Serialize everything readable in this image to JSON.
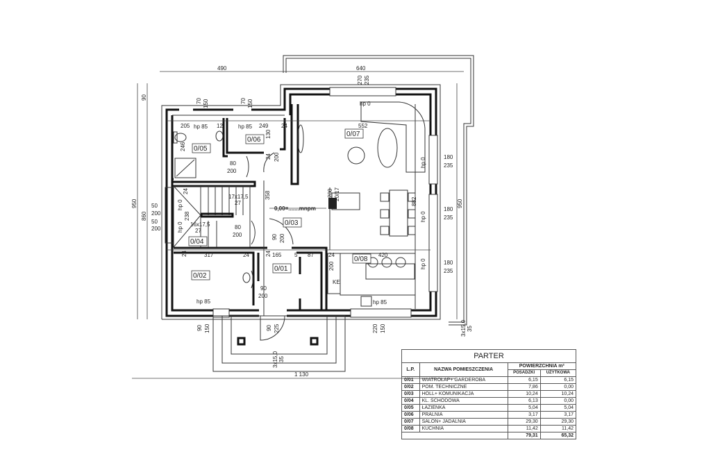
{
  "rooms": {
    "r01": "0/01",
    "r02": "0/02",
    "r03": "0/03",
    "r04": "0/04",
    "r05": "0/05",
    "r06": "0/06",
    "r07": "0/07",
    "r08": "0/08"
  },
  "dims": {
    "d490": "490",
    "d640": "640",
    "d270": "270",
    "d235a": "235",
    "d70a": "70",
    "d150a": "150",
    "d70b": "70",
    "d150b": "150",
    "d90top": "90",
    "d950l": "950",
    "d860": "860",
    "d950r": "950",
    "d205": "205",
    "hp85a": "hp 85",
    "d12": "12",
    "hp85b": "hp 85",
    "d249": "249",
    "d24a": "24",
    "d552": "552",
    "d130": "130",
    "d246": "246",
    "d80a": "80",
    "d200a": "200",
    "d200v": "200",
    "d358": "358",
    "stair1a": "17x17,5",
    "stair1b": "27",
    "d50a": "50",
    "d200b": "200",
    "d50b": "50",
    "d200c": "200",
    "hp0a": "hp 0",
    "hp0b": "hp 0",
    "stair2a": "16x17,5",
    "stair2b": "27",
    "d80b": "80",
    "d200d": "200",
    "level": "0,00=.......mnpm",
    "d24b": "24",
    "d238": "238",
    "hp0top": "hp 0",
    "w180a": "180",
    "w235a": "235",
    "w180b": "180",
    "w235b": "235",
    "w180c": "180",
    "w235c": "235",
    "hp0r1": "hp 0",
    "hp0r2": "hp 0",
    "hp0r3": "hp 0",
    "d882": "882",
    "d24c": "24",
    "d317": "317",
    "d24d": "24",
    "d24e": "24",
    "d165": "165",
    "d5": "5",
    "d87": "87",
    "d24f": "24",
    "d420": "420",
    "hp85c": "hp 85",
    "d90a": "90",
    "d200e": "200",
    "hp85d": "hp 85",
    "b90a": "90",
    "b150a": "150",
    "b90b": "90",
    "b225": "225",
    "b220": "220",
    "b150b": "150",
    "steps1": "3x15,0",
    "steps1b": "35",
    "steps2": "3x15,0",
    "steps2b": "35",
    "d1130": "1 130",
    "ke": "KE",
    "d200k": "200",
    "d200f": "200",
    "d17": "20/17",
    "d90c": "90",
    "d200g": "200",
    "d24g": "24"
  },
  "table": {
    "title": "PARTER",
    "col_lp": "L.P.",
    "col_name": "NAZWA POMIESZCZENIA",
    "col_area": "POWIERZCHNIA m²",
    "col_posadzki": "POSADZKI",
    "col_uzytkowa": "UŻYTKOWA",
    "rows": [
      {
        "lp": "0/01",
        "name": "WIATROŁAP+ GARDEROBA",
        "posadzki": "6,15",
        "uzytkowa": "6,15"
      },
      {
        "lp": "0/02",
        "name": "POM. TECHNICZNE",
        "posadzki": "7,86",
        "uzytkowa": "0,00"
      },
      {
        "lp": "0/03",
        "name": "HOLL+ KOMUNIKACJA",
        "posadzki": "10,24",
        "uzytkowa": "10,24"
      },
      {
        "lp": "0/04",
        "name": "KL. SCHODOWA",
        "posadzki": "6,13",
        "uzytkowa": "0,00"
      },
      {
        "lp": "0/05",
        "name": "ŁAZIENKA",
        "posadzki": "5,04",
        "uzytkowa": "5,04"
      },
      {
        "lp": "0/06",
        "name": "PRALNIA",
        "posadzki": "3,17",
        "uzytkowa": "3,17"
      },
      {
        "lp": "0/07",
        "name": "SALON+ JADALNIA",
        "posadzki": "29,30",
        "uzytkowa": "29,30"
      },
      {
        "lp": "0/08",
        "name": "KUCHNIA",
        "posadzki": "11,42",
        "uzytkowa": "11,42"
      }
    ],
    "total_posadzki": "79,31",
    "total_uzytkowa": "65,32"
  }
}
